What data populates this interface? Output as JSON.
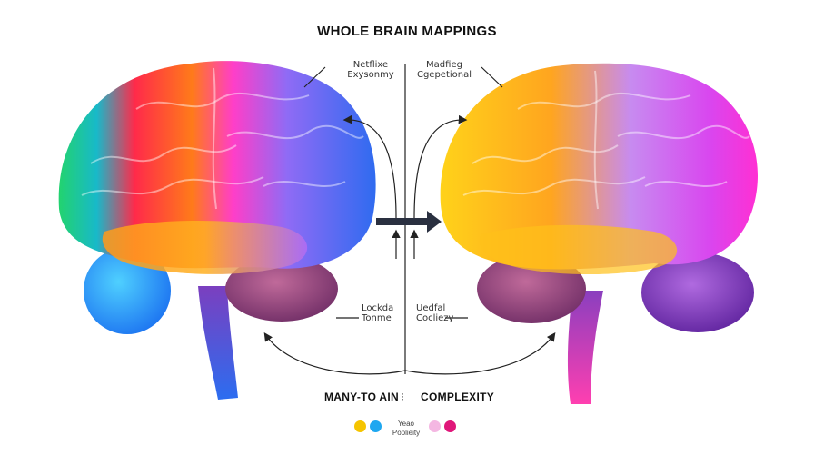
{
  "title": "WHOLE BRAIN MAPPINGS",
  "labels": {
    "top_left": [
      "Netflixe",
      "Exysonmy"
    ],
    "top_right": [
      "Madfieg",
      "Cgepetional"
    ],
    "mid_left": [
      "Lockda",
      "Tonme"
    ],
    "mid_right": [
      "Uedfal",
      "Cocliezy"
    ]
  },
  "bottom": {
    "left": "MANY-TO AIN",
    "separator": "⁝",
    "right": "COMPLEXITY"
  },
  "legend": {
    "text": [
      "Yeao",
      "Poplieity"
    ],
    "colors": [
      "#f5c400",
      "#1ea7f0",
      "#f4b7e2",
      "#e0177a"
    ]
  },
  "colors": {
    "left_brain": [
      "#e8174a",
      "#ff7a1a",
      "#ff3ec8",
      "#8f6bf5",
      "#2f6bf0",
      "#18b9c9",
      "#22d36f"
    ],
    "right_brain": [
      "#ffd21a",
      "#ffa51f",
      "#c78bf0",
      "#d946ef",
      "#8a2be2"
    ],
    "cerebellum": "#8b3a6b",
    "arrow": "#222222"
  }
}
